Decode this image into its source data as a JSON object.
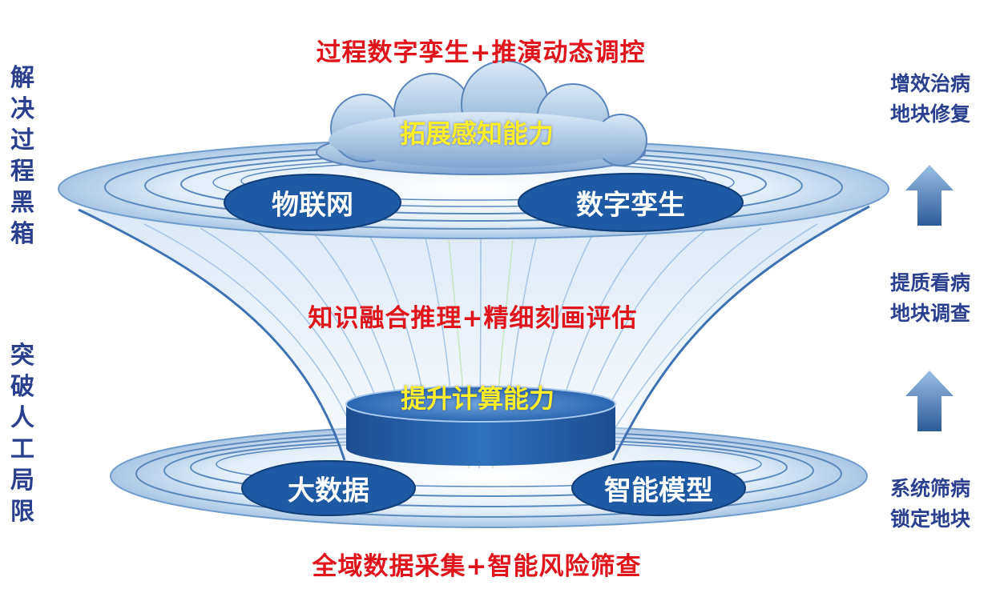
{
  "titles": {
    "top": "过程数字孪生+推演动态调控",
    "middle": "知识融合推理+精细刻画评估",
    "bottom": "全域数据采集+智能风险筛查"
  },
  "left_columns": {
    "upper": [
      "解",
      "决",
      "过",
      "程",
      "黑",
      "箱"
    ],
    "lower": [
      "突",
      "破",
      "人",
      "工",
      "局",
      "限"
    ]
  },
  "right_steps": {
    "top": [
      "增效治病",
      "地块修复"
    ],
    "middle": [
      "提质看病",
      "地块调查"
    ],
    "bottom": [
      "系统筛病",
      "锁定地块"
    ]
  },
  "cloud_label": "拓展感知能力",
  "cylinder_label": "提升计算能力",
  "top_ovals": [
    "物联网",
    "数字孪生"
  ],
  "bottom_ovals": [
    "大数据",
    "智能模型"
  ],
  "colors": {
    "title_red": "#e0141b",
    "side_blue": "#2b3f8f",
    "oval_blue": "#1d5aa3",
    "highlight_yellow": "#ffef2a",
    "arrow_blue": "#3a6fb0"
  },
  "icons": [
    "up-arrow-icon",
    "up-arrow-icon"
  ]
}
